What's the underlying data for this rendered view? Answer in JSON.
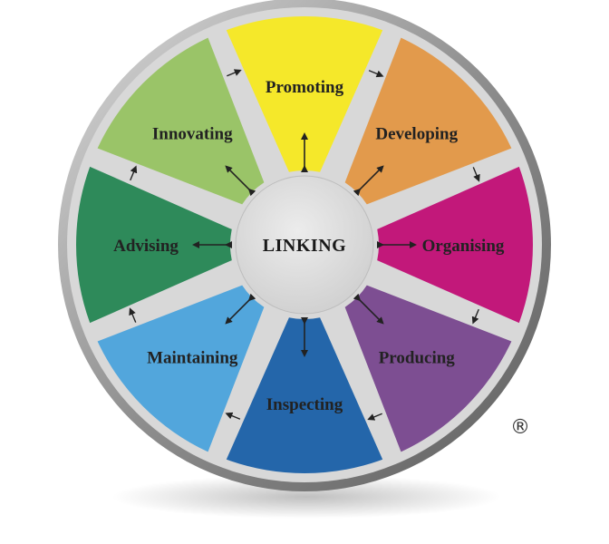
{
  "hub": {
    "label": "LINKING"
  },
  "segments": [
    {
      "label": "Promoting",
      "color": "#f5e82a"
    },
    {
      "label": "Developing",
      "color": "#e29a4c"
    },
    {
      "label": "Organising",
      "color": "#c2187a"
    },
    {
      "label": "Producing",
      "color": "#7d4e92"
    },
    {
      "label": "Inspecting",
      "color": "#2466aa"
    },
    {
      "label": "Maintaining",
      "color": "#52a6dc"
    },
    {
      "label": "Advising",
      "color": "#2e8a5a"
    },
    {
      "label": "Innovating",
      "color": "#9ac468"
    }
  ],
  "colors": {
    "rim": "#9a9a9a",
    "wheel_bg": "#d8d8d8",
    "hub": "#d9d9d9",
    "arrow": "#222222",
    "text": "#222222"
  },
  "registered_mark": "®"
}
